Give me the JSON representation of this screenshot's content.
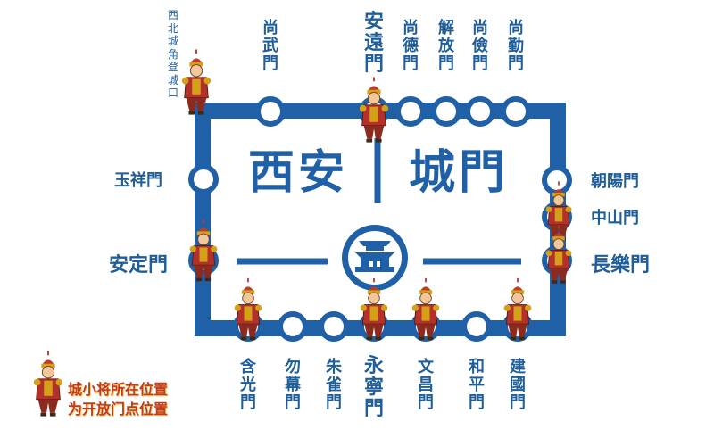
{
  "map": {
    "title_left": "西安",
    "title_right": "城門",
    "colors": {
      "wall": "#2060a6",
      "text": "#1f5e99",
      "legend": "#c0392b"
    }
  },
  "gates": {
    "top": [
      {
        "id": "shangwu",
        "name": "尚武門",
        "guard": false
      },
      {
        "id": "anyuan",
        "name": "安遠門",
        "guard": true
      },
      {
        "id": "shangde",
        "name": "尚德門",
        "guard": false
      },
      {
        "id": "jiefang",
        "name": "解放門",
        "guard": false
      },
      {
        "id": "shangjian",
        "name": "尚儉門",
        "guard": false
      },
      {
        "id": "shangqin",
        "name": "尚勤門",
        "guard": false
      }
    ],
    "right": [
      {
        "id": "chaoyang",
        "name": "朝陽門",
        "guard": false
      },
      {
        "id": "zhongshan",
        "name": "中山門",
        "guard": true
      },
      {
        "id": "changle",
        "name": "長樂門",
        "guard": true
      }
    ],
    "bottom": [
      {
        "id": "hanguang",
        "name": "含光門",
        "guard": true
      },
      {
        "id": "wumu",
        "name": "勿幕門",
        "guard": false
      },
      {
        "id": "zhuque",
        "name": "朱雀門",
        "guard": false
      },
      {
        "id": "yongning",
        "name": "永寧門",
        "guard": true
      },
      {
        "id": "wenchang",
        "name": "文昌門",
        "guard": true
      },
      {
        "id": "heping",
        "name": "和平門",
        "guard": false
      },
      {
        "id": "jianguo",
        "name": "建國門",
        "guard": true
      }
    ],
    "left": [
      {
        "id": "yuxiang",
        "name": "玉祥門",
        "guard": false
      },
      {
        "id": "anding",
        "name": "安定門",
        "guard": true
      }
    ],
    "northwest_corner": {
      "name": "西北城角登城口",
      "guard": true
    }
  },
  "legend": {
    "line1": "城小将所在位置",
    "line2": "为开放门点位置"
  }
}
